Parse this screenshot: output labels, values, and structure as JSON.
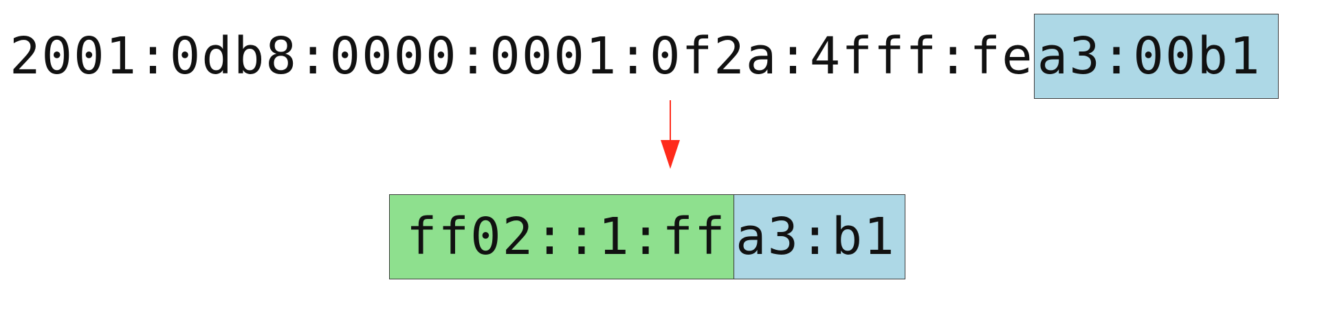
{
  "source_address": {
    "prefix_text": "2001:0db8:0000:0001:0f2a:4fff:fe",
    "highlighted_text": "a3:00b1"
  },
  "multicast_address": {
    "prefix_text": "ff02::1:ff",
    "highlighted_text": "a3:b1"
  },
  "colors": {
    "green_box": "#8ee08e",
    "blue_box": "#add8e6",
    "arrow": "#ff2a1a"
  }
}
